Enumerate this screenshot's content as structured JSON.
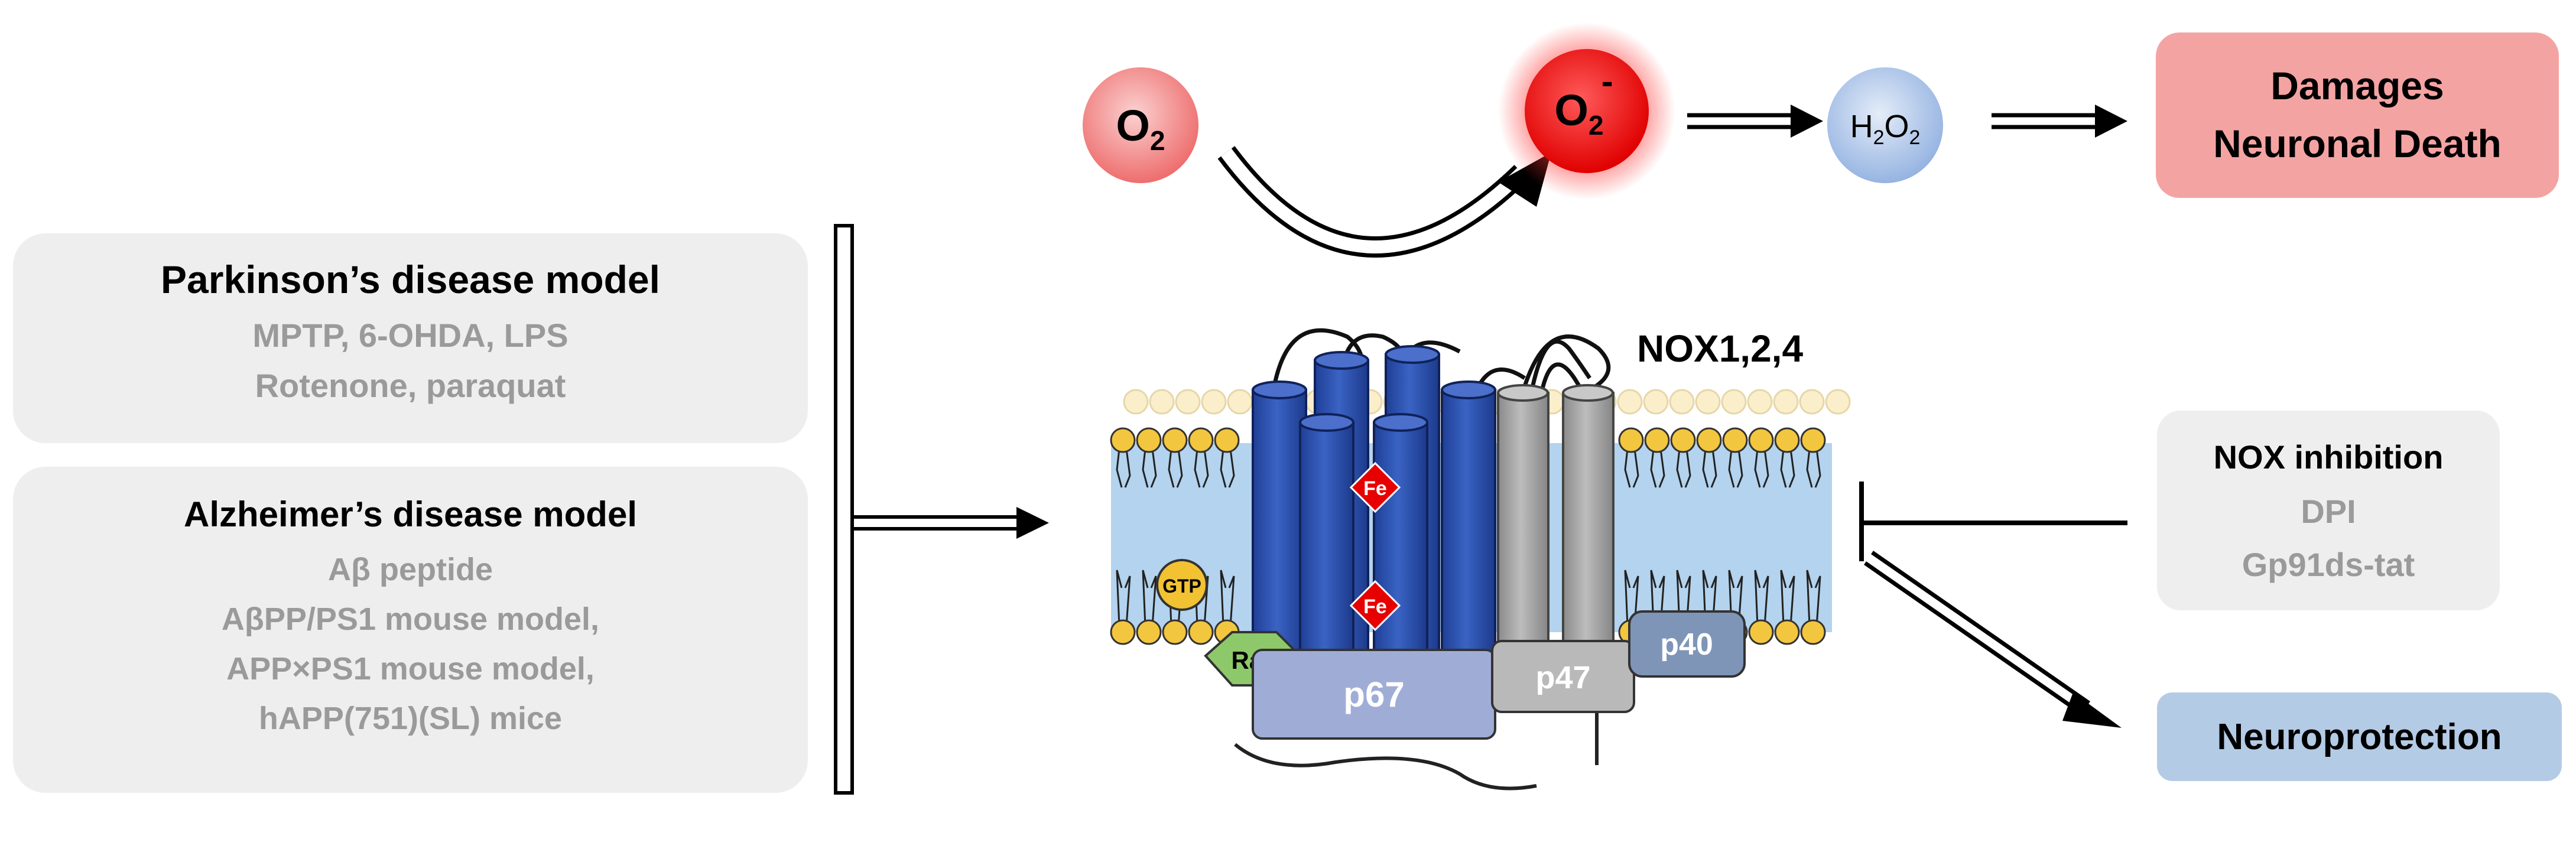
{
  "colors": {
    "panel_gray": "#eeeeee",
    "damage_box": "#f4a3a3",
    "neuro_box": "#b4cbe6",
    "o2_circle": "#f07d7d",
    "superoxide_circle": "#e81a1a",
    "h2o2_circle": "#a9c2e8",
    "nox_blue": "#2e55b3",
    "nox_gray": "#a6a6a6",
    "p67": "#9fadd6",
    "p47": "#b9b9b9",
    "p40": "#7e95b8",
    "rac": "#8dc96a",
    "gtp": "#f2c233",
    "fe": "#e60000",
    "membrane_blue": "#b3d3ee",
    "lipid_head": "#f3c63f"
  },
  "parkinson": {
    "title": "Parkinson’s disease model",
    "lines": [
      "MPTP, 6-OHDA, LPS",
      "Rotenone, paraquat"
    ]
  },
  "alzheimer": {
    "title": "Alzheimer’s disease model",
    "lines": [
      "Aβ peptide",
      "AβPP/PS1 mouse model,",
      "APP×PS1 mouse model,",
      "hAPP(751)(SL) mice"
    ]
  },
  "molecules": {
    "o2_base": "O",
    "o2_sub": "2",
    "superoxide_base": "O",
    "superoxide_sub": "2",
    "superoxide_sup": "-",
    "h2o2_h": "H",
    "h2o2_sub1": "2",
    "h2o2_o": "O",
    "h2o2_sub2": "2"
  },
  "outcome": {
    "damage_line1": "Damages",
    "damage_line2": "Neuronal Death",
    "neuroprotection": "Neuroprotection"
  },
  "nox": {
    "label": "NOX1,2,4",
    "fe": "Fe",
    "gtp": "GTP",
    "rac": "Rac",
    "p67": "p67",
    "p47": "p47",
    "p40": "p40"
  },
  "inhibition": {
    "title": "NOX inhibition",
    "lines": [
      "DPI",
      "Gp91ds-tat"
    ]
  }
}
